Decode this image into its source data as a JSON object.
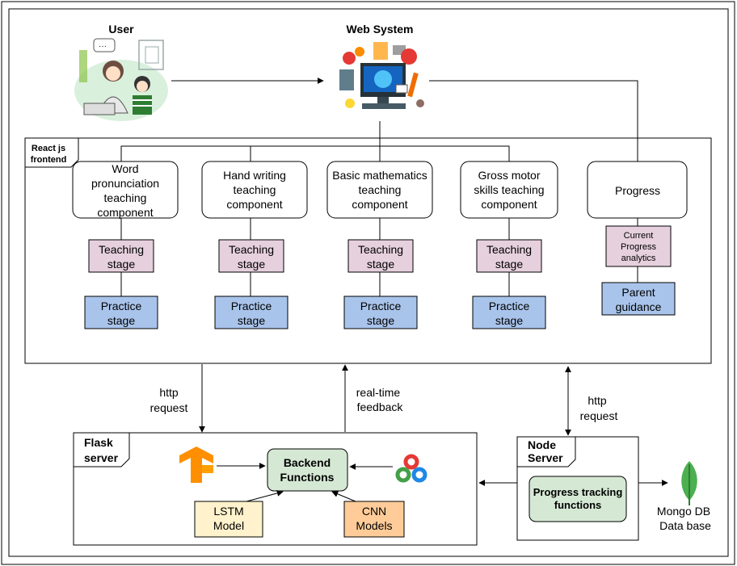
{
  "user": {
    "title": "User"
  },
  "web": {
    "title": "Web System"
  },
  "frontend": {
    "label_line1": "React js",
    "label_line2": "frontend"
  },
  "components": [
    {
      "lines": [
        "Word",
        "pronunciation",
        "teaching",
        "component"
      ],
      "teaching": [
        "Teaching",
        "stage"
      ],
      "practice": [
        "Practice",
        "stage"
      ]
    },
    {
      "lines": [
        "Hand writing",
        "teaching",
        "component"
      ],
      "teaching": [
        "Teaching",
        "stage"
      ],
      "practice": [
        "Practice",
        "stage"
      ]
    },
    {
      "lines": [
        "Basic mathematics",
        "teaching",
        "component"
      ],
      "teaching": [
        "Teaching",
        "stage"
      ],
      "practice": [
        "Practice",
        "stage"
      ]
    },
    {
      "lines": [
        "Gross motor",
        "skills teaching",
        "component"
      ],
      "teaching": [
        "Teaching",
        "stage"
      ],
      "practice": [
        "Practice",
        "stage"
      ]
    }
  ],
  "progress": {
    "title": "Progress",
    "analytics": [
      "Current",
      "Progress",
      "analytics"
    ],
    "guidance": [
      "Parent",
      "guidance"
    ]
  },
  "edges": {
    "http_request_1": [
      "http",
      "request"
    ],
    "realtime_feedback": [
      "real-time",
      "feedback"
    ],
    "http_request_2": [
      "http",
      "request"
    ]
  },
  "flask": {
    "label": [
      "Flask",
      "server"
    ],
    "backend": [
      "Backend",
      "Functions"
    ],
    "lstm": [
      "LSTM",
      "Model"
    ],
    "cnn": [
      "CNN",
      "Models"
    ]
  },
  "node": {
    "label": [
      "Node",
      "Server"
    ],
    "progress_fn": [
      "Progress tracking",
      "functions"
    ]
  },
  "mongo": {
    "label": [
      "Mongo DB",
      "Data base"
    ]
  },
  "colors": {
    "teaching": "#e6d0de",
    "practice": "#a9c4eb",
    "analytics": "#e6d0de",
    "guidance": "#a9c4eb",
    "backend": "#d5e8d4",
    "progress_fn": "#d5e8d4",
    "lstm": "#fff2cc",
    "cnn": "#ffcc99",
    "tensorflow": "#ff8f00",
    "mongo_leaf": "#4caf50"
  }
}
